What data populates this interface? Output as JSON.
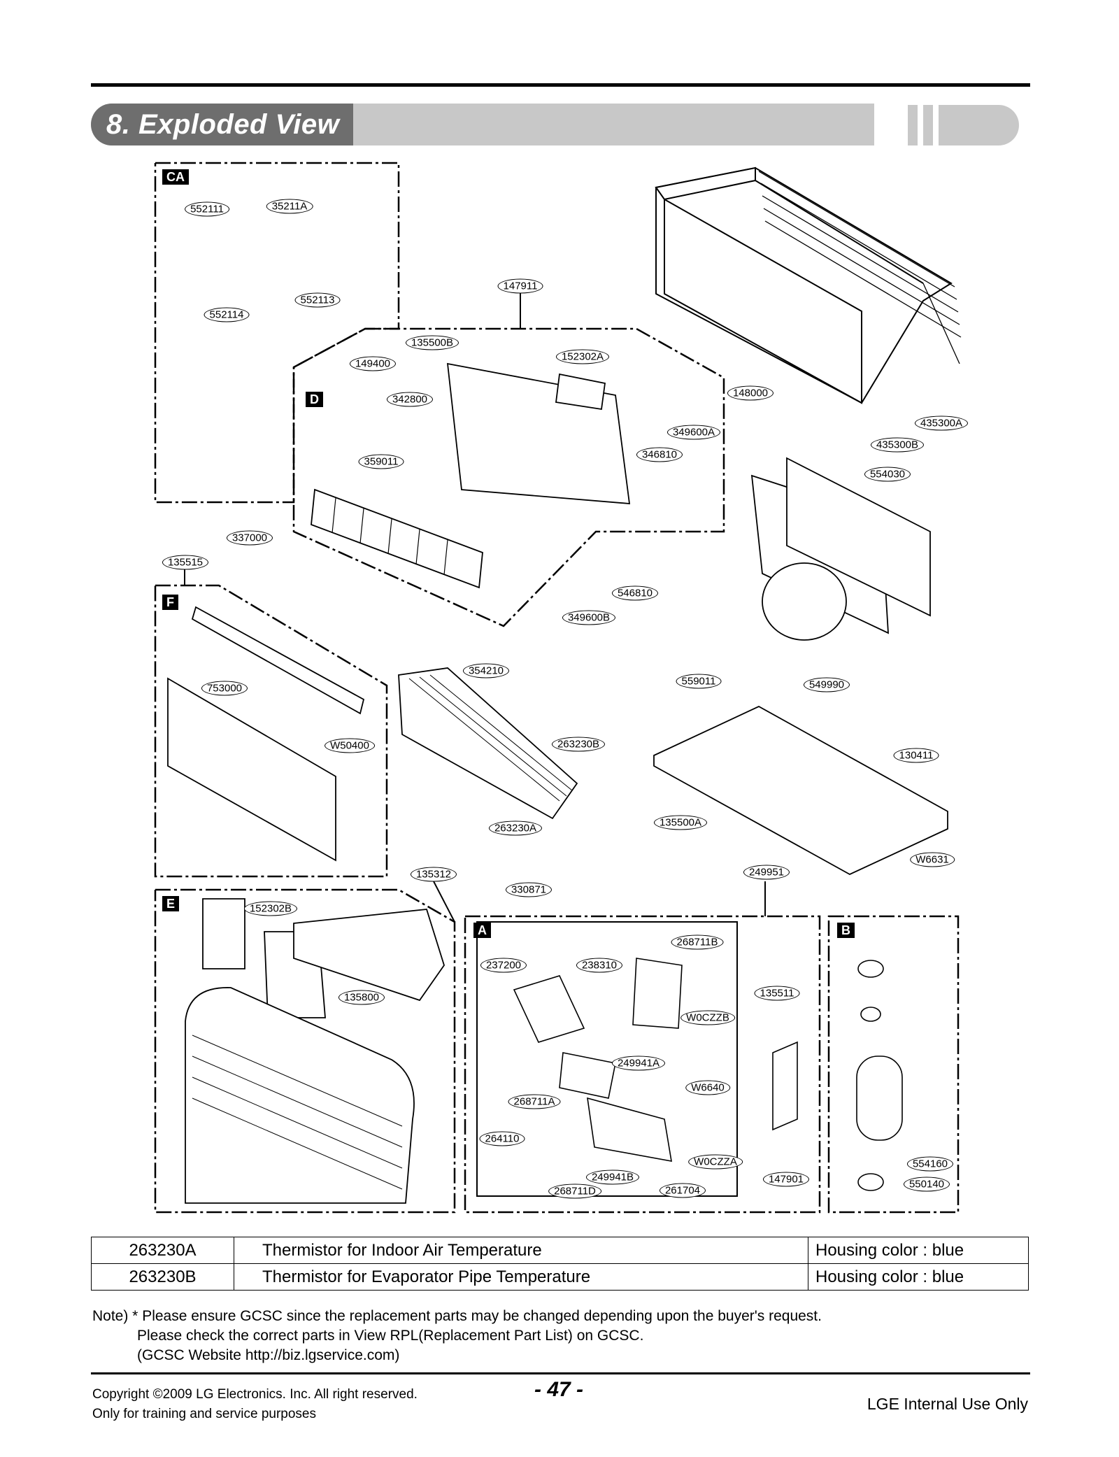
{
  "header": {
    "title": "8. Exploded View"
  },
  "sections": {
    "CA": "CA",
    "D": "D",
    "F": "F",
    "E": "E",
    "A": "A",
    "B": "B"
  },
  "parts": [
    "552111",
    "35211A",
    "552113",
    "552114",
    "147911",
    "135500B",
    "152302A",
    "149400",
    "342800",
    "359011",
    "148000",
    "349600A",
    "346810",
    "435300A",
    "435300B",
    "554030",
    "337000",
    "135515",
    "546810",
    "349600B",
    "559011",
    "549990",
    "753000",
    "W50400",
    "354210",
    "263230B",
    "130411",
    "263230A",
    "135500A",
    "W6631",
    "135312",
    "330871",
    "249951",
    "152302B",
    "135800",
    "268711B",
    "237200",
    "238310",
    "135511",
    "W0CZZB",
    "249941A",
    "W6640",
    "268711A",
    "264110",
    "W0CZZA",
    "249941B",
    "268711D",
    "261704",
    "147901",
    "554160",
    "550140"
  ],
  "parts_table": [
    {
      "code": "263230A",
      "desc": "Thermistor for Indoor Air Temperature",
      "note": "Housing color : blue"
    },
    {
      "code": "263230B",
      "desc": "Thermistor for Evaporator Pipe Temperature",
      "note": "Housing color : blue"
    }
  ],
  "note": {
    "line1": "Note) * Please ensure GCSC since the replacement parts may be changed depending upon the buyer's request.",
    "line2": "Please check  the correct parts in View RPL(Replacement Part List) on GCSC.",
    "line3": "(GCSC Website  http://biz.lgservice.com)"
  },
  "footer": {
    "copyright": "Copyright ©2009 LG Electronics. Inc. All right reserved.",
    "training": "Only for training and service purposes",
    "page": "- 47 -",
    "internal": "LGE Internal Use Only"
  }
}
